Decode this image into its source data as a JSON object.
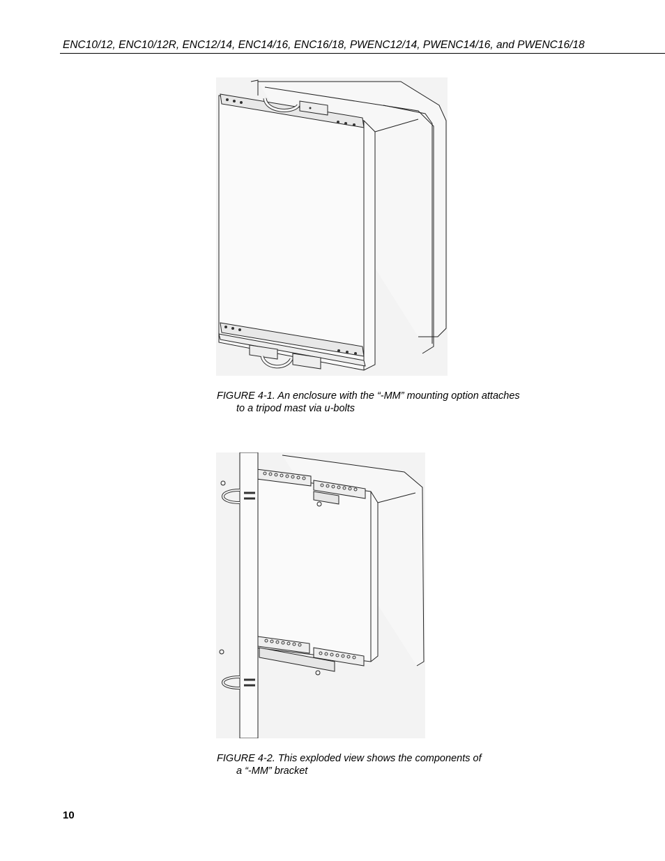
{
  "header": {
    "title": "ENC10/12, ENC10/12R, ENC12/14, ENC14/16, ENC16/18, PWENC12/14, PWENC14/16, and PWENC16/18"
  },
  "figures": [
    {
      "caption_line1": "FIGURE 4-1.  An enclosure with the “-MM” mounting option attaches",
      "caption_line2": "to a tripod mast via u-bolts"
    },
    {
      "caption_line1": "FIGURE 4-2.  This exploded view shows the components of",
      "caption_line2": "a “-MM” bracket"
    }
  ],
  "footer": {
    "page_number": "10"
  }
}
